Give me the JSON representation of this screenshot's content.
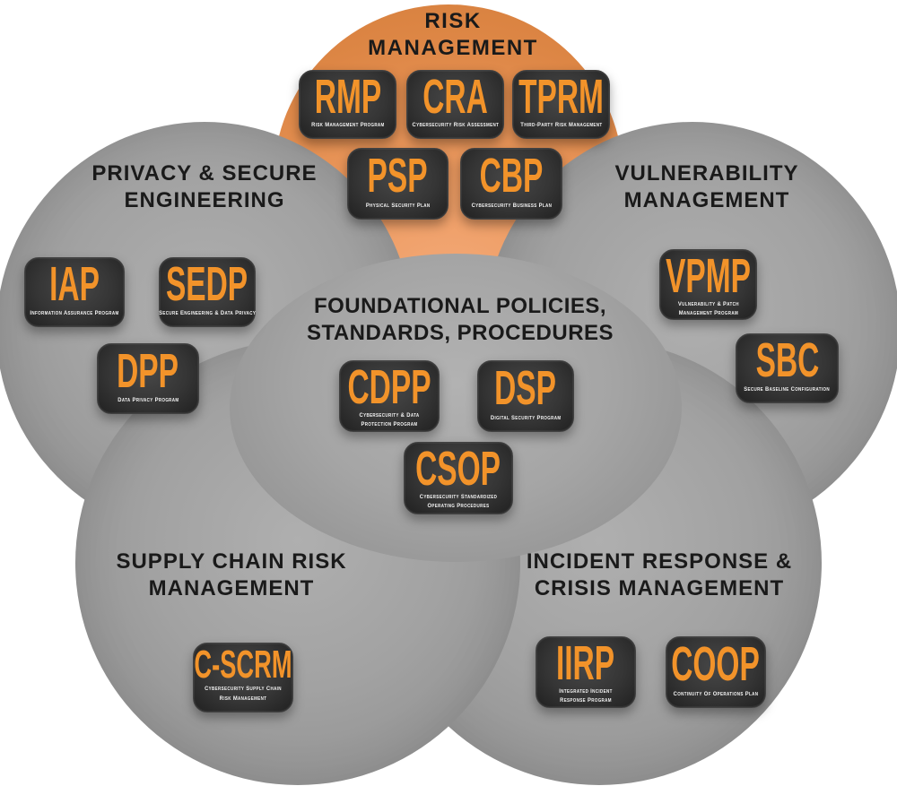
{
  "colors": {
    "risk_circle_orange": "#E8945A",
    "gray_circle": "#9E9E9E",
    "badge_background": "#2E2E2E",
    "badge_acronym_orange": "#F2932A",
    "caption_white": "#F5F5F5",
    "heading_black": "#1A1A1A"
  },
  "headings": {
    "risk1": "RISK",
    "risk2": "MANAGEMENT",
    "privacy1": "PRIVACY & SECURE",
    "privacy2": "ENGINEERING",
    "vuln1": "VULNERABILITY",
    "vuln2": "MANAGEMENT",
    "found1": "FOUNDATIONAL POLICIES,",
    "found2": "STANDARDS, PROCEDURES",
    "supply1": "SUPPLY CHAIN RISK",
    "supply2": "MANAGEMENT",
    "incident1": "INCIDENT RESPONSE &",
    "incident2": "CRISIS MANAGEMENT"
  },
  "badges": {
    "rmp": {
      "acronym": "RMP",
      "caption1": "Risk Management Program",
      "caption2": ""
    },
    "cra": {
      "acronym": "CRA",
      "caption1": "Cybersecurity Risk Assessment",
      "caption2": ""
    },
    "tprm": {
      "acronym": "TPRM",
      "caption1": "Third-Party Risk Management",
      "caption2": ""
    },
    "psp": {
      "acronym": "PSP",
      "caption1": "Physical Security Plan",
      "caption2": ""
    },
    "cbp": {
      "acronym": "CBP",
      "caption1": "Cybersecurity Business Plan",
      "caption2": ""
    },
    "iap": {
      "acronym": "IAP",
      "caption1": "Information Assurance Program",
      "caption2": ""
    },
    "sedp": {
      "acronym": "SEDP",
      "caption1": "Secure Engineering & Data Privacy",
      "caption2": ""
    },
    "dpp": {
      "acronym": "DPP",
      "caption1": "Data Privacy Program",
      "caption2": ""
    },
    "vpmp": {
      "acronym": "VPMP",
      "caption1": "Vulnerability & Patch",
      "caption2": "Management Program"
    },
    "sbc": {
      "acronym": "SBC",
      "caption1": "Secure Baseline Configuration",
      "caption2": ""
    },
    "cdpp": {
      "acronym": "CDPP",
      "caption1": "Cybersecurity & Data",
      "caption2": "Protection Program"
    },
    "dsp": {
      "acronym": "DSP",
      "caption1": "Digital Security Program",
      "caption2": ""
    },
    "csop": {
      "acronym": "CSOP",
      "caption1": "Cybersecurity Standardized",
      "caption2": "Operating Procedures"
    },
    "cscrm": {
      "acronym": "C-SCRM",
      "caption1": "Cybersecurity Supply Chain",
      "caption2": "Risk Management"
    },
    "iirp": {
      "acronym": "IIRP",
      "caption1": "Integrated Incident",
      "caption2": "Response Program"
    },
    "coop": {
      "acronym": "COOP",
      "caption1": "Continuity Of Operations Plan",
      "caption2": ""
    }
  }
}
